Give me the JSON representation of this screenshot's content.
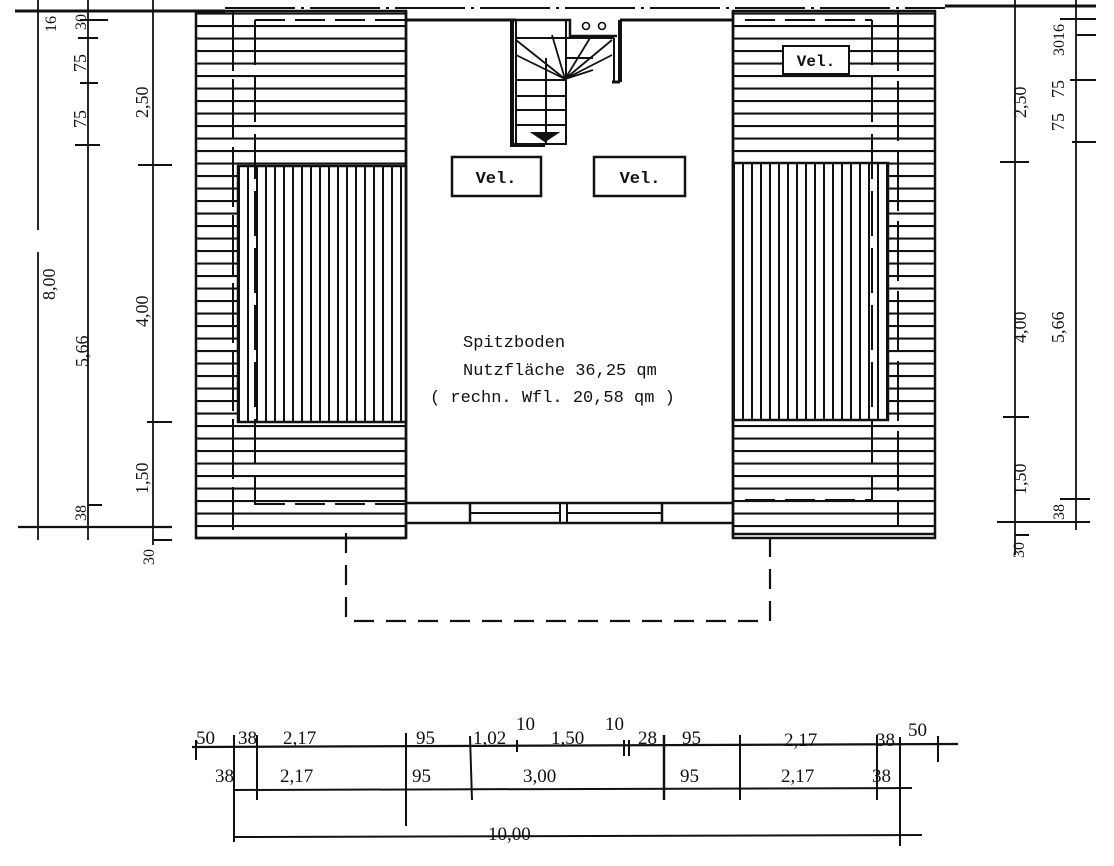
{
  "room": {
    "name": "Spitzboden",
    "usable_area": "Nutzfläche 36,25 qm",
    "living_area": "( rechn. Wfl. 20,58 qm )"
  },
  "windows": {
    "skylight_left": "Vel.",
    "skylight_right": "Vel.",
    "skylight_east": "Vel."
  },
  "dims_left": {
    "outer_total": "8,00",
    "mid_total": "5,66",
    "mid_top_small": "16",
    "mid_top_30": "30",
    "mid_75a": "75",
    "mid_75b": "75",
    "mid_38": "38",
    "inner_250": "2,50",
    "inner_400": "4,00",
    "inner_150": "1,50",
    "inner_30": "30"
  },
  "dims_right": {
    "inner_250": "2,50",
    "inner_400": "4,00",
    "inner_150": "1,50",
    "inner_30": "30",
    "outer_3016": "3016",
    "outer_75a": "75",
    "outer_75b": "75",
    "outer_566": "5,66",
    "outer_38": "38"
  },
  "dims_bottom": {
    "row1": [
      "50",
      "38",
      "2,17",
      "95",
      "1,02",
      "10",
      "1,50",
      "10",
      "28",
      "95",
      "2,17",
      "38",
      "50"
    ],
    "row2": [
      "38",
      "2,17",
      "95",
      "3,00",
      "95",
      "2,17",
      "38"
    ],
    "total": "10,00"
  },
  "colors": {
    "ink": "#111111",
    "paper": "#ffffff"
  }
}
